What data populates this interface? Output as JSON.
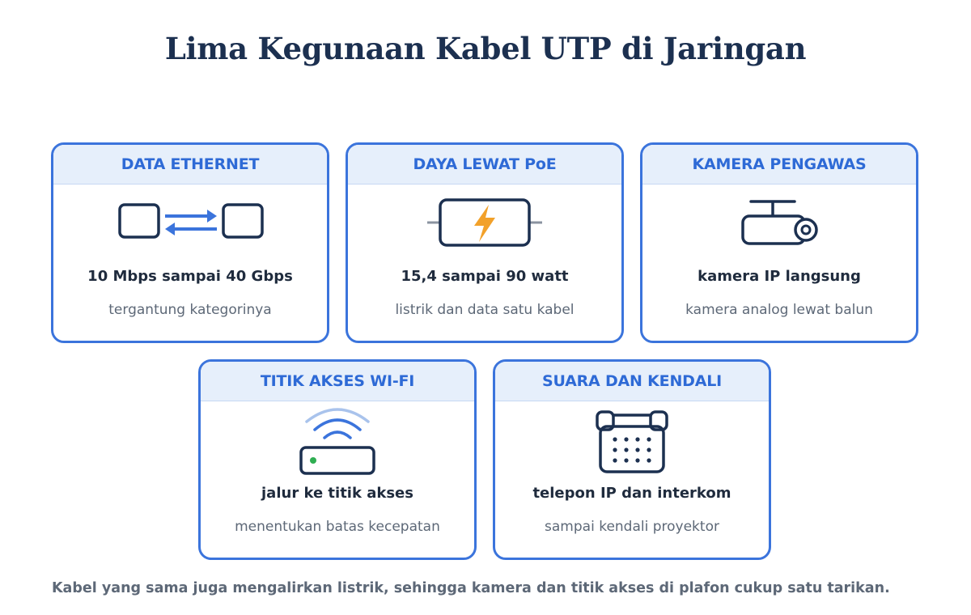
{
  "title": "Lima Kegunaan Kabel UTP di Jaringan",
  "colors": {
    "accent": "#3b74dc",
    "header_bg": "#e6effb",
    "icon_dark": "#1c3050",
    "bolt": "#f2a12a",
    "led": "#2fae52"
  },
  "cards": [
    {
      "header": "DATA ETHERNET",
      "icon": "two-devices-exchange-arrows-icon",
      "line1": "10 Mbps sampai 40 Gbps",
      "line2": "tergantung kategorinya"
    },
    {
      "header": "DAYA LEWAT PoE",
      "icon": "power-lightning-cable-icon",
      "line1": "15,4 sampai 90 watt",
      "line2": "listrik dan data satu kabel"
    },
    {
      "header": "KAMERA PENGAWAS",
      "icon": "security-camera-icon",
      "line1": "kamera IP langsung",
      "line2": "kamera analog lewat balun"
    },
    {
      "header": "TITIK AKSES WI-FI",
      "icon": "wifi-access-point-icon",
      "line1": "jalur ke titik akses",
      "line2": "menentukan batas kecepatan"
    },
    {
      "header": "SUARA DAN KENDALI",
      "icon": "desk-phone-icon",
      "line1": "telepon IP dan interkom",
      "line2": "sampai kendali proyektor"
    }
  ],
  "footnote": "Kabel yang sama juga mengalirkan listrik, sehingga kamera dan titik akses di plafon cukup satu tarikan."
}
